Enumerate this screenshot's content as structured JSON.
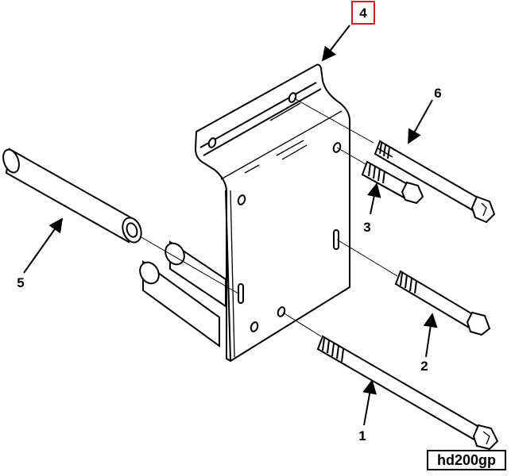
{
  "callouts": {
    "c1": "1",
    "c2": "2",
    "c3": "3",
    "c4": "4",
    "c5": "5",
    "c6": "6"
  },
  "highlight_color": "#d71920",
  "figure_id": "hd200gp"
}
